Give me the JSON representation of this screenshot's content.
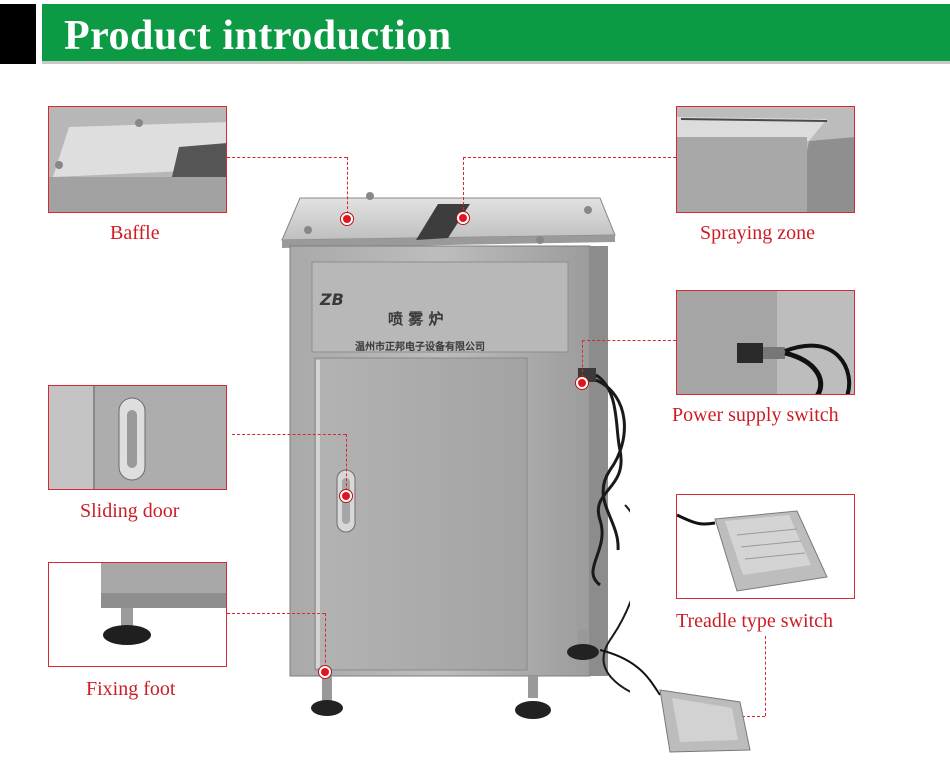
{
  "header": {
    "title": "Product introduction"
  },
  "machine": {
    "logo": "ZB",
    "name_cn": "喷 雾 炉",
    "company_cn": "温州市正邦电子设备有限公司"
  },
  "callouts": {
    "baffle": "Baffle",
    "spraying_zone": "Spraying zone",
    "power_supply_switch": "Power supply switch",
    "sliding_door": "Sliding door",
    "treadle_type_switch": "Treadle type switch",
    "fixing_foot": "Fixing foot"
  },
  "colors": {
    "header_green": "#0c9a45",
    "accent_red": "#d9282f"
  }
}
